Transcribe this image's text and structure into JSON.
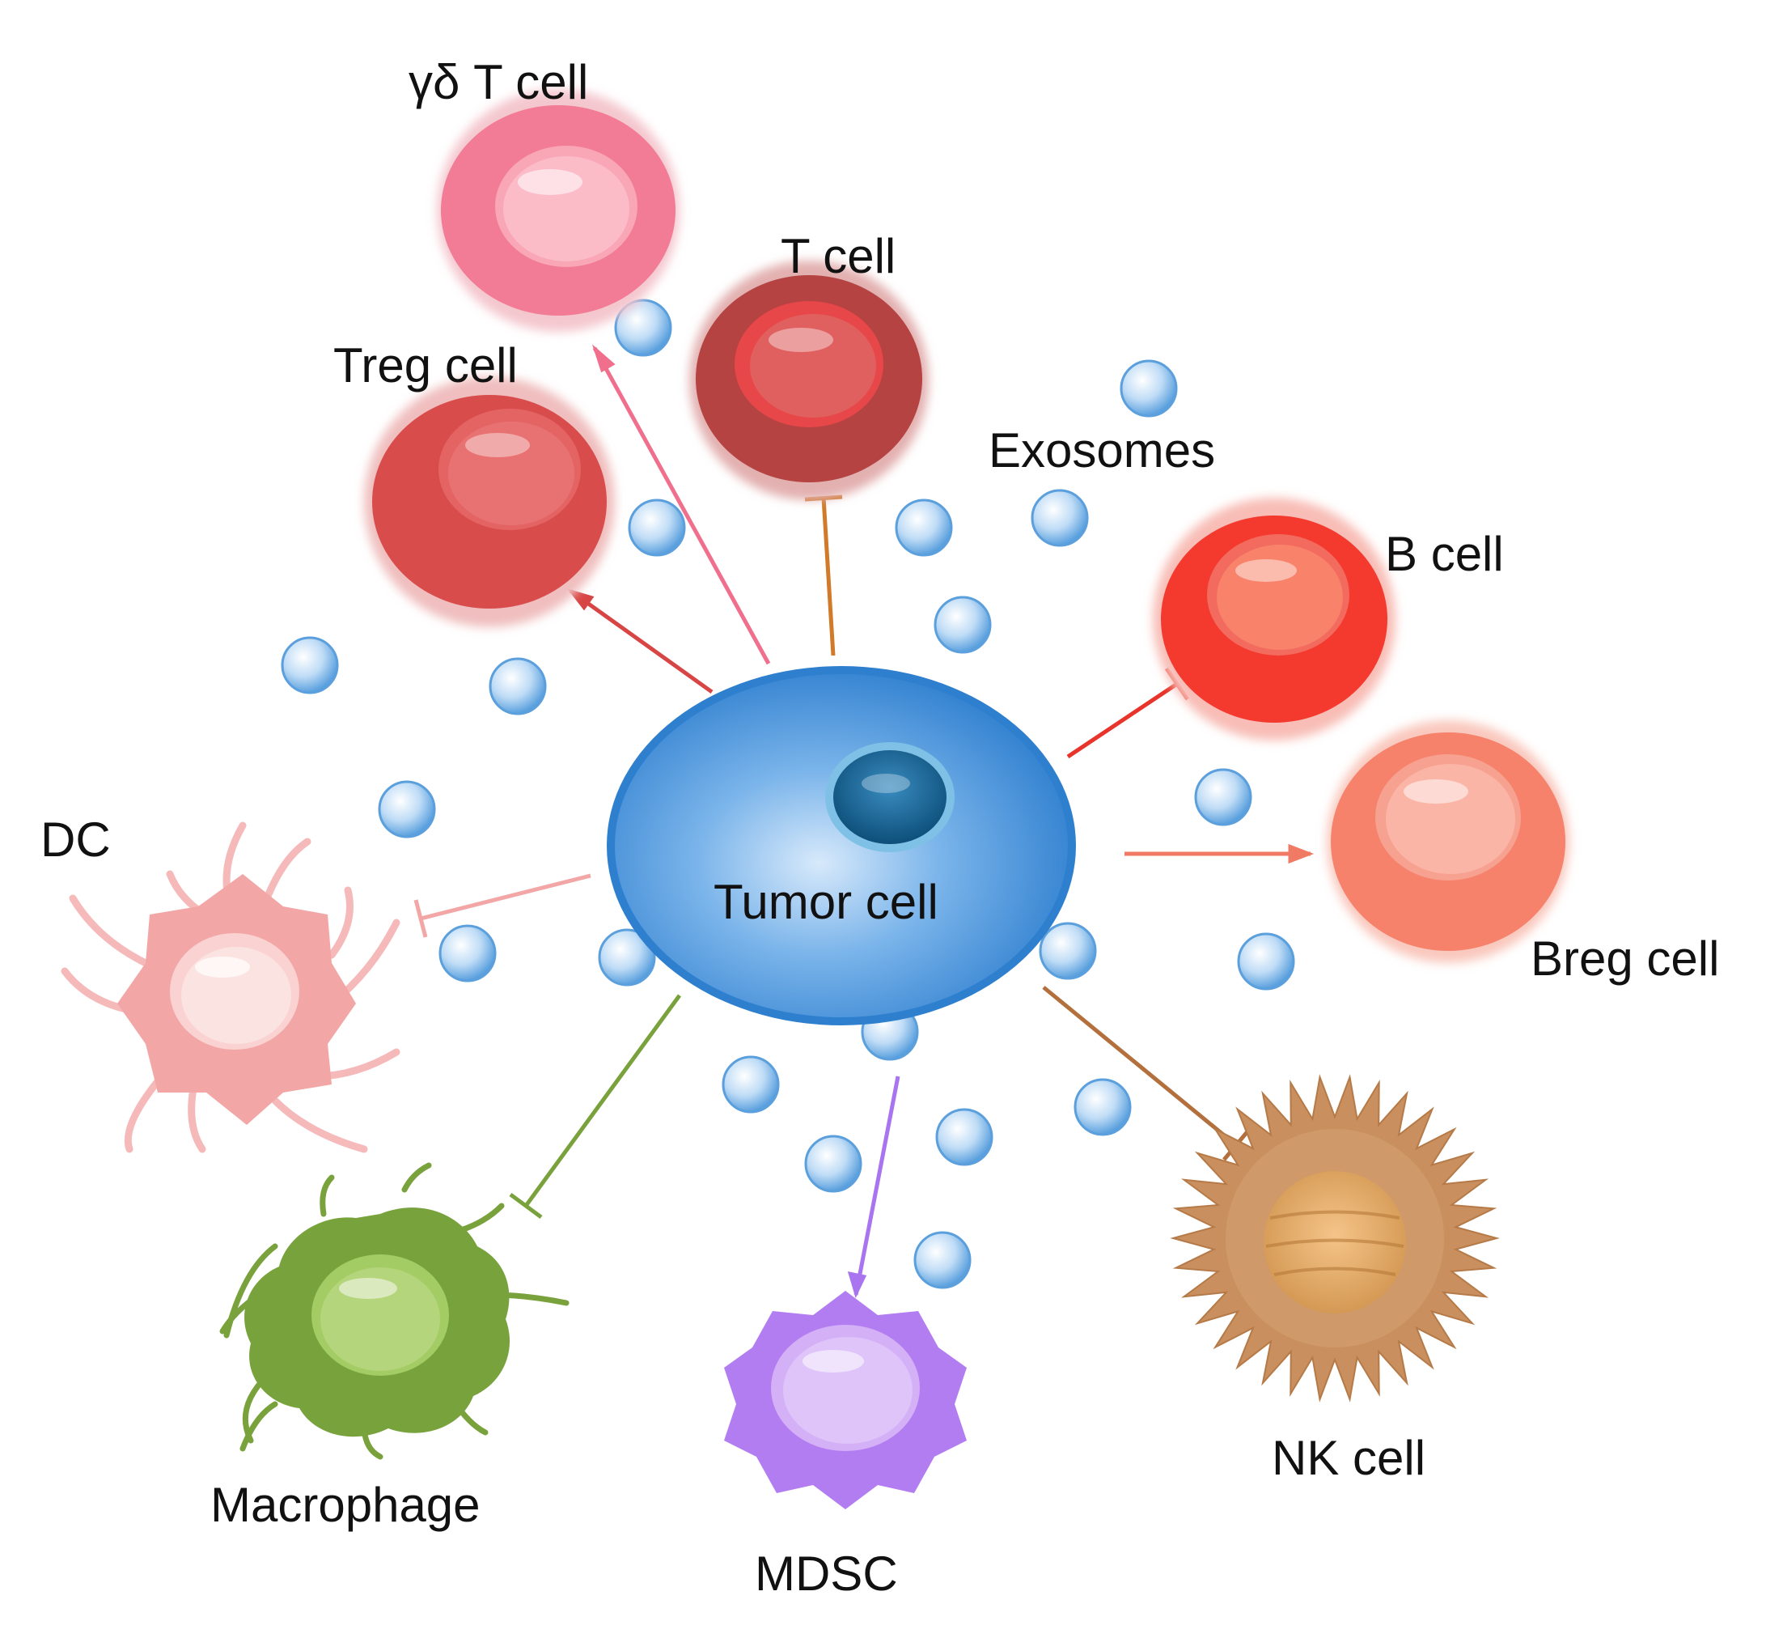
{
  "diagram": {
    "labels": {
      "gd_t_cell": "γδ T cell",
      "t_cell": "T cell",
      "treg_cell": "Treg cell",
      "exosomes": "Exosomes",
      "b_cell": "B cell",
      "breg_cell": "Breg cell",
      "dc": "DC",
      "tumor_cell": "Tumor cell",
      "macrophage": "Macrophage",
      "mdsc": "MDSC",
      "nk_cell": "NK cell"
    },
    "colors": {
      "tumor": "#3f8fd8",
      "exosome": "#8ec3f0",
      "gd_t_cell": "#f47f97",
      "t_cell": "#b94544",
      "treg_cell": "#d8504e",
      "b_cell": "#f43f33",
      "breg_cell": "#f6846c",
      "dc": "#f2aaa8",
      "macrophage": "#78a23e",
      "mdsc": "#b87ef3",
      "nk_cell": "#c98e5a"
    },
    "connections": [
      {
        "target": "gd_t_cell",
        "type": "promote"
      },
      {
        "target": "treg_cell",
        "type": "promote"
      },
      {
        "target": "t_cell",
        "type": "inhibit"
      },
      {
        "target": "b_cell",
        "type": "inhibit"
      },
      {
        "target": "breg_cell",
        "type": "promote"
      },
      {
        "target": "dc",
        "type": "inhibit"
      },
      {
        "target": "macrophage",
        "type": "inhibit"
      },
      {
        "target": "mdsc",
        "type": "promote"
      },
      {
        "target": "nk_cell",
        "type": "inhibit"
      }
    ]
  }
}
